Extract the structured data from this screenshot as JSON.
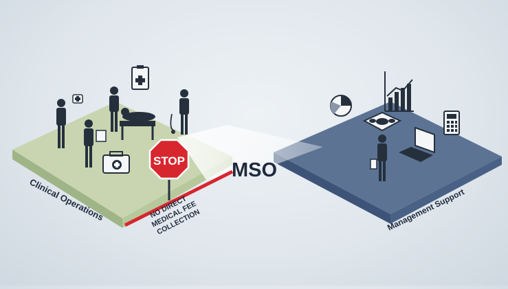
{
  "center": {
    "label": "MSO"
  },
  "left_platform": {
    "label": "Clinical Operations",
    "stop_sign": {
      "text": "STOP",
      "color": "#d7262e"
    },
    "restriction_lines": [
      "NO DIRECT",
      "MEDICAL FEE",
      "COLLECTION"
    ],
    "top_color": "#c8d5b0",
    "side_color": "#9fb587"
  },
  "right_platform": {
    "label": "Management Support",
    "top_color": "#5c7394",
    "side_color": "#3d5478"
  },
  "colors": {
    "figure": "#26303d",
    "accent_red": "#d7262e",
    "mso_text": "#1f2a3c"
  },
  "icons": {
    "left": [
      "clipboard-medical-icon",
      "medical-case-icon",
      "hospital-bed-icon",
      "stethoscope-icon",
      "medical-cross-icon"
    ],
    "right": [
      "pie-chart-icon",
      "bar-chart-icon",
      "calculator-icon",
      "laptop-icon",
      "puzzle-icon"
    ]
  }
}
